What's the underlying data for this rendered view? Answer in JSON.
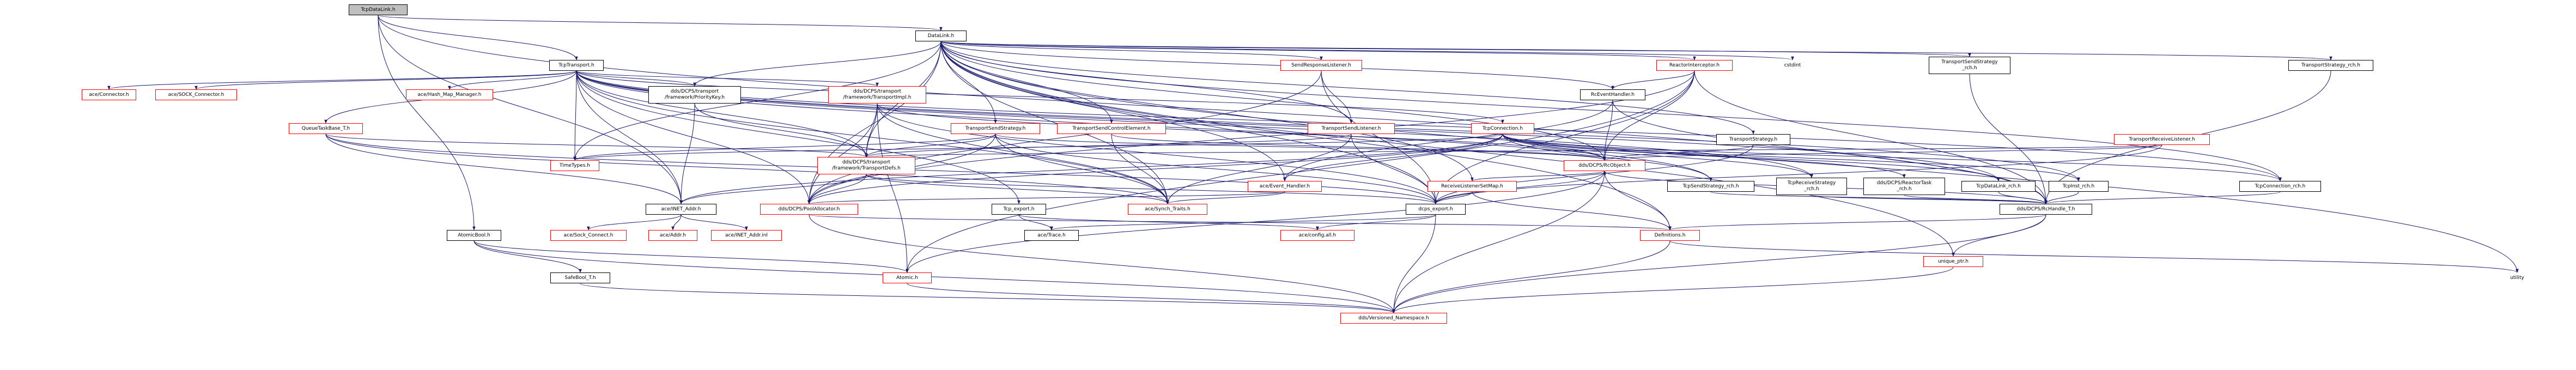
{
  "diagram": {
    "nodes": [
      {
        "id": "n0",
        "label": "TcpDataLink.h",
        "style": "root"
      },
      {
        "id": "n1",
        "label": "DataLink.h",
        "style": "black"
      },
      {
        "id": "n2",
        "label": "TcpTransport.h",
        "style": "black"
      },
      {
        "id": "n3",
        "label": "SendResponseListener.h",
        "style": "red"
      },
      {
        "id": "n4",
        "label": "ReactorInterceptor.h",
        "style": "red"
      },
      {
        "id": "n5",
        "label": "cstdint",
        "style": "plain"
      },
      {
        "id": "n6",
        "label": "TransportSendStrategy\n_rch.h",
        "style": "black"
      },
      {
        "id": "n7",
        "label": "TransportStrategy_rch.h",
        "style": "black"
      },
      {
        "id": "n8",
        "label": "ace/Connector.h",
        "style": "red"
      },
      {
        "id": "n9",
        "label": "ace/SOCK_Connector.h",
        "style": "red"
      },
      {
        "id": "n10",
        "label": "QueueTaskBase_T.h",
        "style": "red"
      },
      {
        "id": "n11",
        "label": "ace/Hash_Map_Manager.h",
        "style": "red"
      },
      {
        "id": "n12",
        "label": "dds/DCPS/transport\n/framework/PriorityKey.h",
        "style": "black"
      },
      {
        "id": "n13",
        "label": "dds/DCPS/transport\n/framework/TransportImpl.h",
        "style": "red"
      },
      {
        "id": "n14",
        "label": "TransportSendStrategy.h",
        "style": "red"
      },
      {
        "id": "n15",
        "label": "TransportSendControlElement.h",
        "style": "red"
      },
      {
        "id": "n16",
        "label": "TransportSendListener.h",
        "style": "red"
      },
      {
        "id": "n17",
        "label": "TcpConnection.h",
        "style": "red"
      },
      {
        "id": "n18",
        "label": "RcEventHandler.h",
        "style": "black"
      },
      {
        "id": "n19",
        "label": "TransportStrategy.h",
        "style": "black"
      },
      {
        "id": "n20",
        "label": "TransportReceiveListener.h",
        "style": "red"
      },
      {
        "id": "n21",
        "label": "TimeTypes.h",
        "style": "red"
      },
      {
        "id": "n22",
        "label": "dds/DCPS/transport\n/framework/TransportDefs.h",
        "style": "red"
      },
      {
        "id": "n23",
        "label": "ace/Event_Handler.h",
        "style": "red"
      },
      {
        "id": "n24",
        "label": "ReceiveListenerSetMap.h",
        "style": "red"
      },
      {
        "id": "n25",
        "label": "dds/DCPS/RcObject.h",
        "style": "red"
      },
      {
        "id": "n26",
        "label": "TcpSendStrategy_rch.h",
        "style": "black"
      },
      {
        "id": "n27",
        "label": "TcpReceiveStrategy\n_rch.h",
        "style": "black"
      },
      {
        "id": "n28",
        "label": "dds/DCPS/ReactorTask\n_rch.h",
        "style": "black"
      },
      {
        "id": "n29",
        "label": "TcpDataLink_rch.h",
        "style": "black"
      },
      {
        "id": "n30",
        "label": "TcpInst_rch.h",
        "style": "black"
      },
      {
        "id": "n31",
        "label": "TcpConnection_rch.h",
        "style": "black"
      },
      {
        "id": "n32",
        "label": "ace/INET_Addr.h",
        "style": "black"
      },
      {
        "id": "n33",
        "label": "dds/DCPS/PoolAllocator.h",
        "style": "red"
      },
      {
        "id": "n34",
        "label": "Tcp_export.h",
        "style": "black"
      },
      {
        "id": "n35",
        "label": "ace/Synch_Traits.h",
        "style": "red"
      },
      {
        "id": "n36",
        "label": "dcps_export.h",
        "style": "black"
      },
      {
        "id": "n37",
        "label": "dds/DCPS/RcHandle_T.h",
        "style": "black"
      },
      {
        "id": "n38",
        "label": "AtomicBool.h",
        "style": "black"
      },
      {
        "id": "n39",
        "label": "ace/Sock_Connect.h",
        "style": "red"
      },
      {
        "id": "n40",
        "label": "ace/Addr.h",
        "style": "red"
      },
      {
        "id": "n41",
        "label": "ace/INET_Addr.inl",
        "style": "red"
      },
      {
        "id": "n42",
        "label": "ace/Trace.h",
        "style": "black"
      },
      {
        "id": "n43",
        "label": "ace/config.all.h",
        "style": "red"
      },
      {
        "id": "n44",
        "label": "Definitions.h",
        "style": "red"
      },
      {
        "id": "n45",
        "label": "unique_ptr.h",
        "style": "red"
      },
      {
        "id": "n46",
        "label": "SafeBool_T.h",
        "style": "black"
      },
      {
        "id": "n47",
        "label": "Atomic.h",
        "style": "red"
      },
      {
        "id": "n48",
        "label": "dds/Versioned_Namespace.h",
        "style": "red"
      },
      {
        "id": "n49",
        "label": "utility",
        "style": "plain"
      }
    ],
    "edges": [
      [
        "n0",
        "n1"
      ],
      [
        "n0",
        "n2"
      ],
      [
        "n0",
        "n38"
      ],
      [
        "n0",
        "n32"
      ],
      [
        "n0",
        "n37"
      ],
      [
        "n1",
        "n3"
      ],
      [
        "n1",
        "n4"
      ],
      [
        "n1",
        "n5"
      ],
      [
        "n1",
        "n6"
      ],
      [
        "n1",
        "n7"
      ],
      [
        "n1",
        "n14"
      ],
      [
        "n1",
        "n15"
      ],
      [
        "n1",
        "n16"
      ],
      [
        "n1",
        "n18"
      ],
      [
        "n1",
        "n19"
      ],
      [
        "n1",
        "n24"
      ],
      [
        "n1",
        "n23"
      ],
      [
        "n1",
        "n25"
      ],
      [
        "n1",
        "n21"
      ],
      [
        "n1",
        "n35"
      ],
      [
        "n1",
        "n36"
      ],
      [
        "n1",
        "n31"
      ],
      [
        "n1",
        "n44"
      ],
      [
        "n1",
        "n45"
      ],
      [
        "n1",
        "n49"
      ],
      [
        "n1",
        "n22"
      ],
      [
        "n1",
        "n33"
      ],
      [
        "n1",
        "n12"
      ],
      [
        "n2",
        "n8"
      ],
      [
        "n2",
        "n9"
      ],
      [
        "n2",
        "n10"
      ],
      [
        "n2",
        "n11"
      ],
      [
        "n2",
        "n12"
      ],
      [
        "n2",
        "n13"
      ],
      [
        "n2",
        "n17"
      ],
      [
        "n2",
        "n21"
      ],
      [
        "n2",
        "n22"
      ],
      [
        "n2",
        "n32"
      ],
      [
        "n2",
        "n34"
      ],
      [
        "n2",
        "n35"
      ],
      [
        "n2",
        "n26"
      ],
      [
        "n2",
        "n27"
      ],
      [
        "n2",
        "n29"
      ],
      [
        "n2",
        "n30"
      ],
      [
        "n2",
        "n31"
      ],
      [
        "n2",
        "n33"
      ],
      [
        "n3",
        "n16"
      ],
      [
        "n3",
        "n36"
      ],
      [
        "n3",
        "n33"
      ],
      [
        "n4",
        "n18"
      ],
      [
        "n4",
        "n25"
      ],
      [
        "n4",
        "n36"
      ],
      [
        "n4",
        "n47"
      ],
      [
        "n4",
        "n37"
      ],
      [
        "n4",
        "n33"
      ],
      [
        "n6",
        "n37"
      ],
      [
        "n7",
        "n37"
      ],
      [
        "n10",
        "n22"
      ],
      [
        "n10",
        "n35"
      ],
      [
        "n10",
        "n32"
      ],
      [
        "n10",
        "n36"
      ],
      [
        "n12",
        "n32"
      ],
      [
        "n12",
        "n22"
      ],
      [
        "n13",
        "n22"
      ],
      [
        "n13",
        "n25"
      ],
      [
        "n13",
        "n33"
      ],
      [
        "n13",
        "n35"
      ],
      [
        "n13",
        "n36"
      ],
      [
        "n13",
        "n47"
      ],
      [
        "n14",
        "n22"
      ],
      [
        "n14",
        "n35"
      ],
      [
        "n14",
        "n25"
      ],
      [
        "n14",
        "n36"
      ],
      [
        "n14",
        "n33"
      ],
      [
        "n14",
        "n21"
      ],
      [
        "n15",
        "n35"
      ],
      [
        "n15",
        "n25"
      ],
      [
        "n16",
        "n36"
      ],
      [
        "n16",
        "n22"
      ],
      [
        "n16",
        "n35"
      ],
      [
        "n17",
        "n25"
      ],
      [
        "n17",
        "n23"
      ],
      [
        "n17",
        "n32"
      ],
      [
        "n17",
        "n31"
      ],
      [
        "n17",
        "n28"
      ],
      [
        "n17",
        "n29"
      ],
      [
        "n17",
        "n30"
      ],
      [
        "n17",
        "n26"
      ],
      [
        "n17",
        "n27"
      ],
      [
        "n17",
        "n21"
      ],
      [
        "n17",
        "n33"
      ],
      [
        "n18",
        "n25"
      ],
      [
        "n18",
        "n23"
      ],
      [
        "n18",
        "n37"
      ],
      [
        "n19",
        "n25"
      ],
      [
        "n19",
        "n36"
      ],
      [
        "n20",
        "n36"
      ],
      [
        "n20",
        "n25"
      ],
      [
        "n20",
        "n22"
      ],
      [
        "n22",
        "n32"
      ],
      [
        "n22",
        "n35"
      ],
      [
        "n22",
        "n33"
      ],
      [
        "n22",
        "n36"
      ],
      [
        "n23",
        "n35"
      ],
      [
        "n23",
        "n33"
      ],
      [
        "n24",
        "n25"
      ],
      [
        "n24",
        "n36"
      ],
      [
        "n24",
        "n44"
      ],
      [
        "n25",
        "n37"
      ],
      [
        "n25",
        "n36"
      ],
      [
        "n25",
        "n47"
      ],
      [
        "n25",
        "n48"
      ],
      [
        "n25",
        "n44"
      ],
      [
        "n26",
        "n37"
      ],
      [
        "n27",
        "n37"
      ],
      [
        "n28",
        "n37"
      ],
      [
        "n29",
        "n37"
      ],
      [
        "n30",
        "n37"
      ],
      [
        "n31",
        "n37"
      ],
      [
        "n32",
        "n39"
      ],
      [
        "n32",
        "n40"
      ],
      [
        "n32",
        "n41"
      ],
      [
        "n33",
        "n48"
      ],
      [
        "n33",
        "n44"
      ],
      [
        "n34",
        "n42"
      ],
      [
        "n34",
        "n43"
      ],
      [
        "n36",
        "n42"
      ],
      [
        "n36",
        "n43"
      ],
      [
        "n36",
        "n48"
      ],
      [
        "n37",
        "n44"
      ],
      [
        "n37",
        "n45"
      ],
      [
        "n37",
        "n48"
      ],
      [
        "n38",
        "n46"
      ],
      [
        "n38",
        "n47"
      ],
      [
        "n38",
        "n48"
      ],
      [
        "n44",
        "n48"
      ],
      [
        "n44",
        "n49"
      ],
      [
        "n45",
        "n48"
      ],
      [
        "n46",
        "n48"
      ],
      [
        "n47",
        "n48"
      ]
    ]
  }
}
